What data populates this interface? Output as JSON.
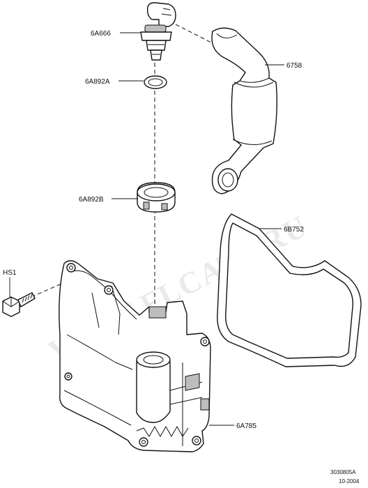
{
  "labels": {
    "sensor": "6A666",
    "oring": "6A892A",
    "hose": "6758",
    "ring": "6A892B",
    "gasket": "6B752",
    "bolt": "HS1",
    "cover": "6A785"
  },
  "footer": {
    "code": "3030805A",
    "date": "10-2004"
  },
  "watermark": "WWW.FLCATS.RU"
}
